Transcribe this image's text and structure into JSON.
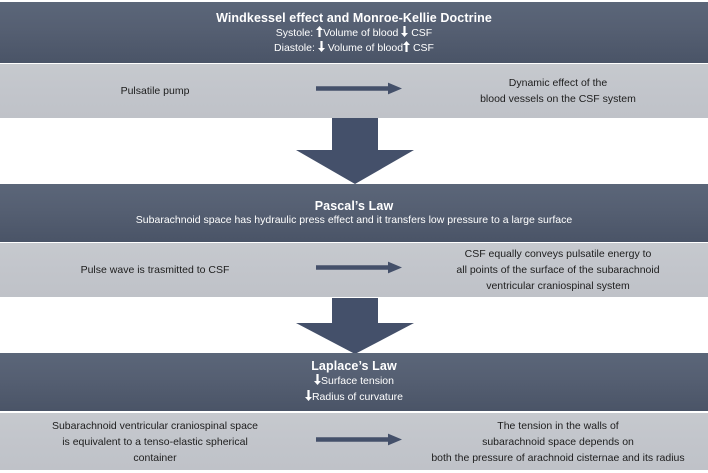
{
  "colors": {
    "dark_band_top": "#5b6679",
    "dark_band_bottom": "#4a5467",
    "gray_band": "#c2c5cb",
    "arrow_fill": "#44506a",
    "dark_text": "#ffffff",
    "gray_text": "#1d1d1d",
    "page_background": "#ffffff"
  },
  "sections": [
    {
      "id": "windkessel",
      "header": {
        "title": "Windkessel effect and Monroe-Kellie Doctrine",
        "lines": [
          {
            "prefix": "Systole:",
            "arrow1": "arrow-up-icon",
            "mid": "Volume of blood",
            "arrow2": "arrow-down-icon",
            "suffix": "CSF",
            "text": "Systole: ↑Volume of blood ↓ CSF"
          },
          {
            "prefix": "Diastole:",
            "arrow1": "arrow-down-icon",
            "mid": "Volume of blood",
            "arrow2": "arrow-up-icon",
            "suffix": "CSF",
            "text": "Diastole: ↓ Volume of blood↑ CSF"
          }
        ]
      },
      "body": {
        "left": [
          "Pulsatile pump"
        ],
        "arrow": "right-arrow-icon",
        "right": [
          "Dynamic effect of the",
          "blood vessels on the CSF system"
        ]
      }
    },
    {
      "id": "pascal",
      "header": {
        "title": "Pascal’s Law",
        "lines": [
          {
            "text": "Subarachnoid space has hydraulic press effect and it transfers low pressure to a large surface"
          }
        ]
      },
      "body": {
        "left": [
          "Pulse wave is trasmitted to CSF"
        ],
        "arrow": "right-arrow-icon",
        "right": [
          "CSF equally conveys pulsatile energy to",
          "all points of the surface of the subarachnoid",
          "ventricular craniospinal system"
        ]
      }
    },
    {
      "id": "laplace",
      "header": {
        "title": "Laplace’s Law",
        "lines": [
          {
            "arrow1": "arrow-down-icon",
            "mid": "Surface tension",
            "text": "↓Surface tension"
          },
          {
            "arrow1": "arrow-down-icon",
            "mid": "Radius of curvature",
            "text": "↓Radius of curvature"
          }
        ]
      },
      "body": {
        "left": [
          "Subarachnoid ventricular craniospinal space",
          "is equivalent to a tenso-elastic spherical",
          "container"
        ],
        "arrow": "right-arrow-icon",
        "right": [
          "The tension in the walls of",
          "subarachnoid space depends on",
          "both the pressure of arachnoid cisternae and its radius"
        ]
      }
    }
  ],
  "connectors": [
    {
      "id": "connector-1",
      "icon": "block-arrow-down-icon"
    },
    {
      "id": "connector-2",
      "icon": "block-arrow-down-icon"
    }
  ]
}
